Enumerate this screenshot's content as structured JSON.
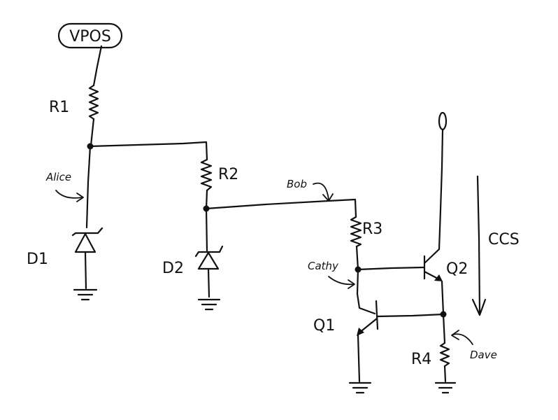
{
  "diagram": {
    "labels": {
      "vpos": "VPOS",
      "r1": "R1",
      "r2": "R2",
      "r3": "R3",
      "r4": "R4",
      "d1": "D1",
      "d2": "D2",
      "q1": "Q1",
      "q2": "Q2",
      "ccs": "CCS",
      "alice": "Alice",
      "bob": "Bob",
      "cathy": "Cathy",
      "dave": "Dave"
    }
  }
}
